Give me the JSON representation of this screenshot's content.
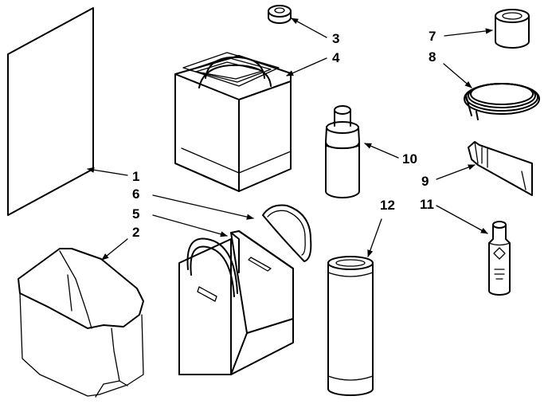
{
  "diagram": {
    "callouts": [
      {
        "id": "1",
        "label": "1"
      },
      {
        "id": "2",
        "label": "2"
      },
      {
        "id": "3",
        "label": "3"
      },
      {
        "id": "4",
        "label": "4"
      },
      {
        "id": "5",
        "label": "5"
      },
      {
        "id": "6",
        "label": "6"
      },
      {
        "id": "7",
        "label": "7"
      },
      {
        "id": "8",
        "label": "8"
      },
      {
        "id": "9",
        "label": "9"
      },
      {
        "id": "10",
        "label": "10"
      },
      {
        "id": "11",
        "label": "11"
      },
      {
        "id": "12",
        "label": "12"
      }
    ]
  },
  "colors": {
    "line": "#000000",
    "background": "#ffffff"
  }
}
